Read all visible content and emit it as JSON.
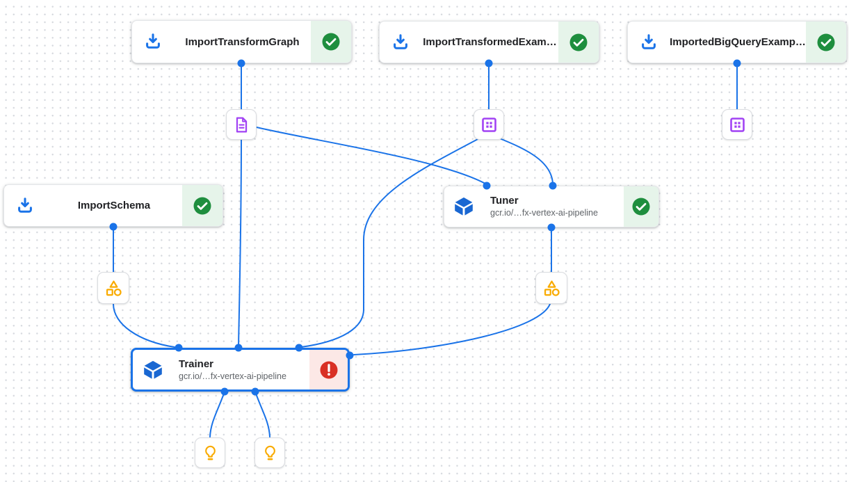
{
  "app": {
    "view": "pipeline-dag-canvas"
  },
  "colors": {
    "edge_blue": "#1a73e8",
    "selected_border": "#1a73e8",
    "component_icon_blue": "#1967d2",
    "success_badge_bg": "#e6f4ea",
    "success_icon": "#1e8e3e",
    "error_badge_bg": "#fce8e6",
    "error_icon": "#d93025",
    "artifact_purple": "#a142f4",
    "artifact_orange": "#f9ab00",
    "title_text": "#202124",
    "subtitle_text": "#5f6368"
  },
  "nodes": [
    {
      "id": "import-transform-graph",
      "label": "ImportTransformGraph",
      "icon": "download-icon",
      "status": "success"
    },
    {
      "id": "import-transformed-examples",
      "label": "ImportTransformedExam…",
      "icon": "download-icon",
      "status": "success"
    },
    {
      "id": "imported-big-query-examples",
      "label": "ImportedBigQueryExamp…",
      "icon": "download-icon",
      "status": "success"
    },
    {
      "id": "import-schema",
      "label": "ImportSchema",
      "icon": "download-icon",
      "status": "success"
    },
    {
      "id": "tuner",
      "label": "Tuner",
      "subtitle": "gcr.io/…fx-vertex-ai-pipeline",
      "icon": "container-cube-icon",
      "status": "success"
    },
    {
      "id": "trainer",
      "label": "Trainer",
      "subtitle": "gcr.io/…fx-vertex-ai-pipeline",
      "icon": "container-cube-icon",
      "status": "error",
      "selected": true
    }
  ],
  "artifacts": [
    {
      "id": "transform-graph-artifact",
      "icon": "document-icon"
    },
    {
      "id": "transformed-examples-artifact",
      "icon": "dataset-icon"
    },
    {
      "id": "bigquery-examples-artifact",
      "icon": "dataset-icon"
    },
    {
      "id": "schema-artifact-left",
      "icon": "schema-category-icon"
    },
    {
      "id": "schema-artifact-right",
      "icon": "schema-category-icon"
    },
    {
      "id": "model-artifact-left",
      "icon": "lightbulb-icon"
    },
    {
      "id": "model-artifact-right",
      "icon": "lightbulb-icon"
    }
  ]
}
